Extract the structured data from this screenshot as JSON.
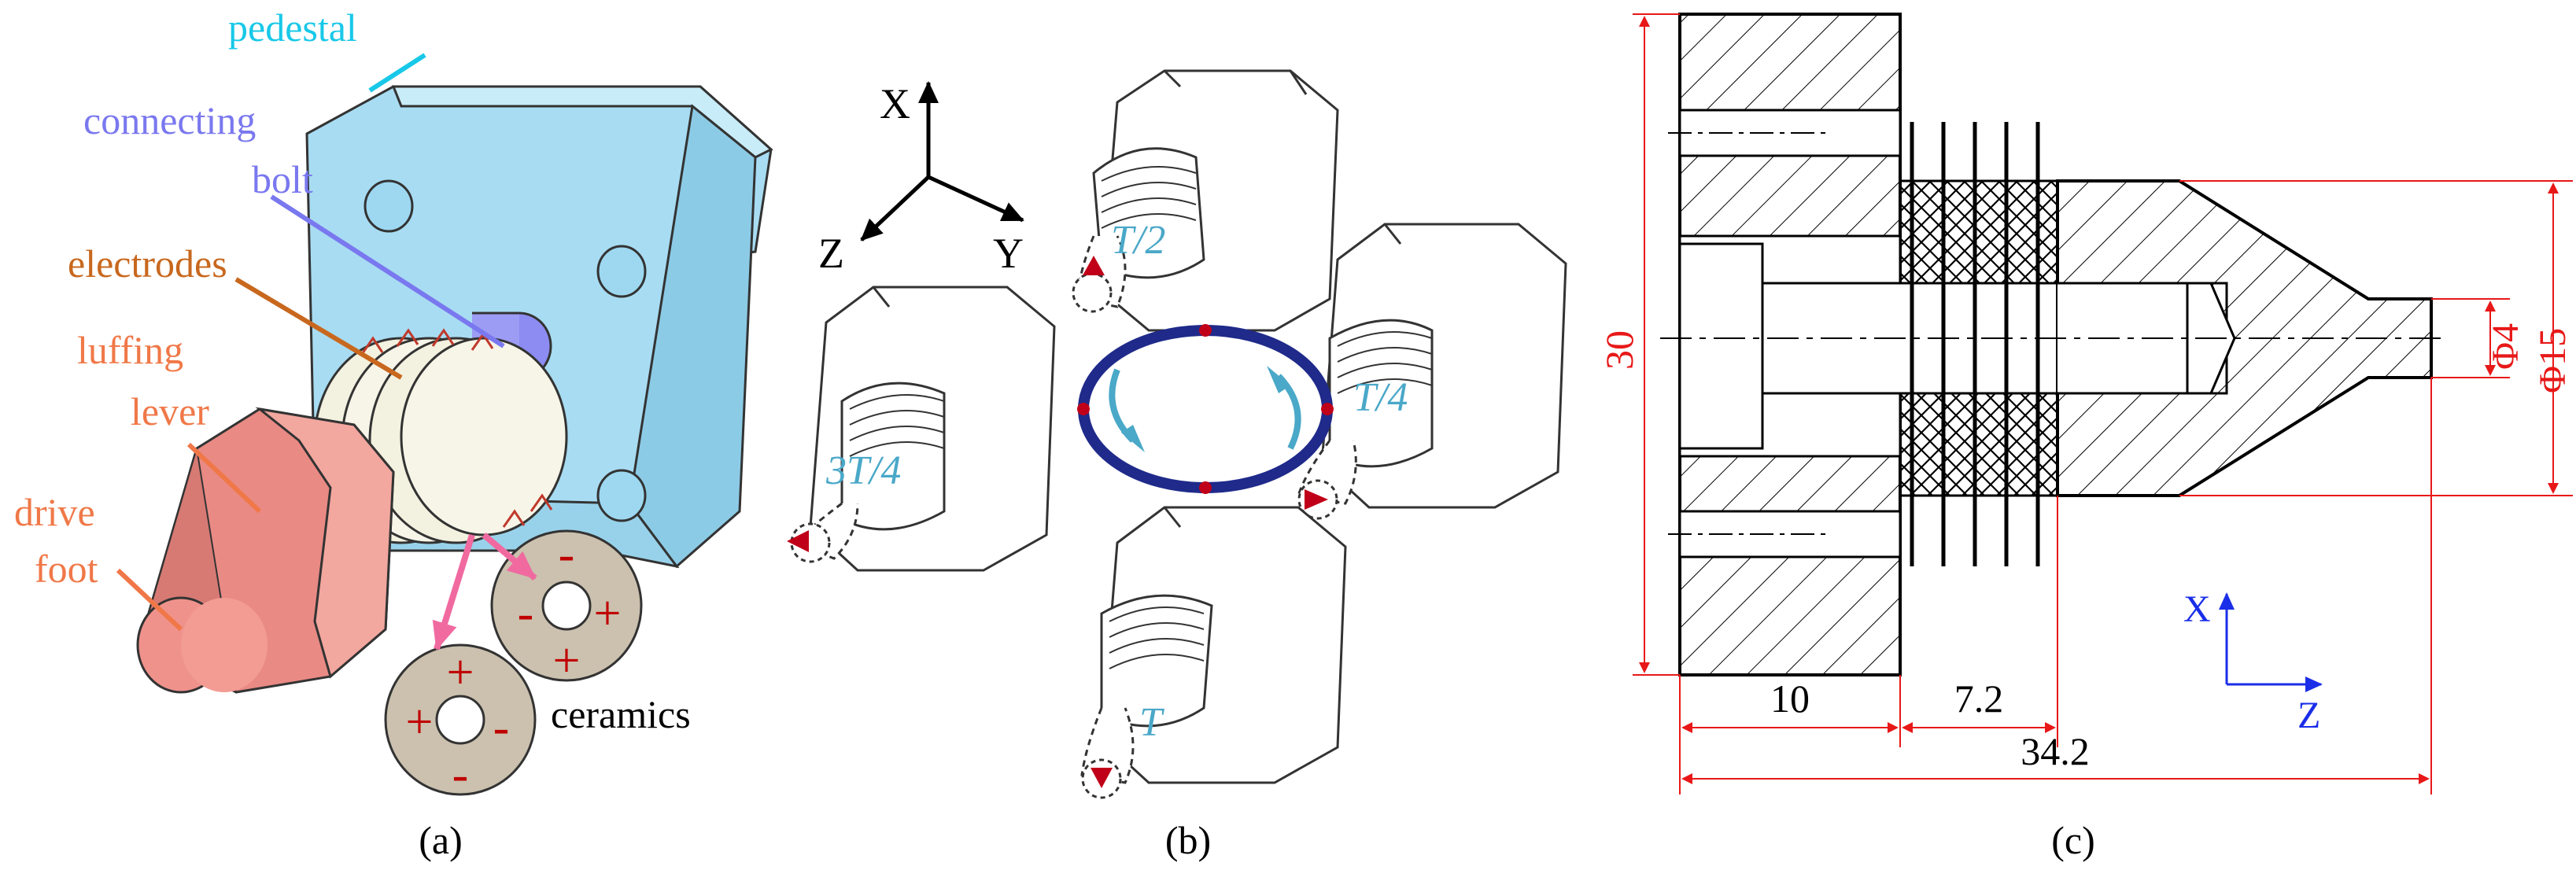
{
  "panel_a": {
    "labels": {
      "pedestal": "pedestal",
      "connecting_bolt_1": "connecting",
      "connecting_bolt_2": "bolt",
      "electrodes": "electrodes",
      "luffing_lever_1": "luffing",
      "luffing_lever_2": "lever",
      "drive_foot_1": "drive",
      "drive_foot_2": "foot",
      "ceramics": "ceramics"
    },
    "ceramic_signs": {
      "plus": "+",
      "minus": "-"
    },
    "caption": "(a)",
    "colors": {
      "pedestal_label": "#18c8e8",
      "connecting_bolt_label": "#7a78ef",
      "electrodes_label": "#c8681e",
      "lever_label": "#f07848",
      "drive_foot_label": "#f07848",
      "pedestal_fill": "#a8dcf2",
      "lever_fill": "#e98a84",
      "arrow": "#f06aa0",
      "sign": "#c00000"
    }
  },
  "panel_b": {
    "axes": {
      "x": "X",
      "y": "Y",
      "z": "Z"
    },
    "phases": {
      "half": "T/2",
      "quarter": "T/4",
      "three_quarter": "3T/4",
      "full": "T"
    },
    "caption": "(b)",
    "colors": {
      "ellipse": "#1f2a8a",
      "phase_label": "#4aa8c8",
      "tip_marker": "#c00018"
    }
  },
  "panel_c": {
    "dimensions": {
      "height": "30",
      "left_block": "10",
      "stack": "7.2",
      "total": "34.2",
      "tip_dia": "Φ4",
      "cone_dia": "Φ15"
    },
    "axes": {
      "x": "X",
      "z": "Z"
    },
    "caption": "(c)",
    "colors": {
      "dimension": "#e81818",
      "axis": "#1a2ee8"
    }
  }
}
